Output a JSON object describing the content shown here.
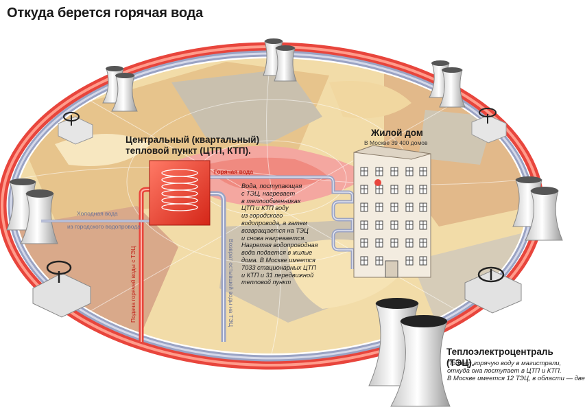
{
  "title": "Откуда берется горячая вода",
  "labels": {
    "ctp_title_line1": "Центральный (квартальный)",
    "ctp_title_line2": "тепловой пункт (ЦТП, КТП).",
    "house_title": "Жилой дом",
    "house_count": "В Москве 39 400 домов",
    "hot_water": "Горячая вода",
    "cold_water_line1": "Холодная вода",
    "cold_water_line2": "из городского водопровода",
    "supply_pipe": "Подача горячей воды с ТЭЦ",
    "return_pipe": "Возврат остывшей воды на ТЭЦ",
    "tec_title": "Теплоэлектроцентраль (ТЭЦ).",
    "tec_desc_1": "Подает горячую воду в магистрали,",
    "tec_desc_2": "откуда она поступает в ЦТП и КТП.",
    "tec_desc_3": "В Москве имеется 12 ТЭЦ, в области — две"
  },
  "description_lines": [
    "Вода, поступающая",
    "с ТЭЦ, нагревает",
    "в теплообменниках",
    "ЦТП и КТП воду",
    "из городского",
    "водопровода, а затем",
    "возвращается на ТЭЦ",
    "и снова нагревается.",
    "Нагретая водопроводная",
    "вода подается в жилые",
    "дома. В Москве имеется",
    "7033 стационарных ЦТП",
    "и КТП и 31 передвижной",
    "тепловой пункт"
  ],
  "colors": {
    "hot_pipe": "#e8453c",
    "return_pipe": "#9aa3c4",
    "heater": "#e53a2f",
    "map_base": "#f2dca8",
    "tower": "#f0f0f0"
  }
}
